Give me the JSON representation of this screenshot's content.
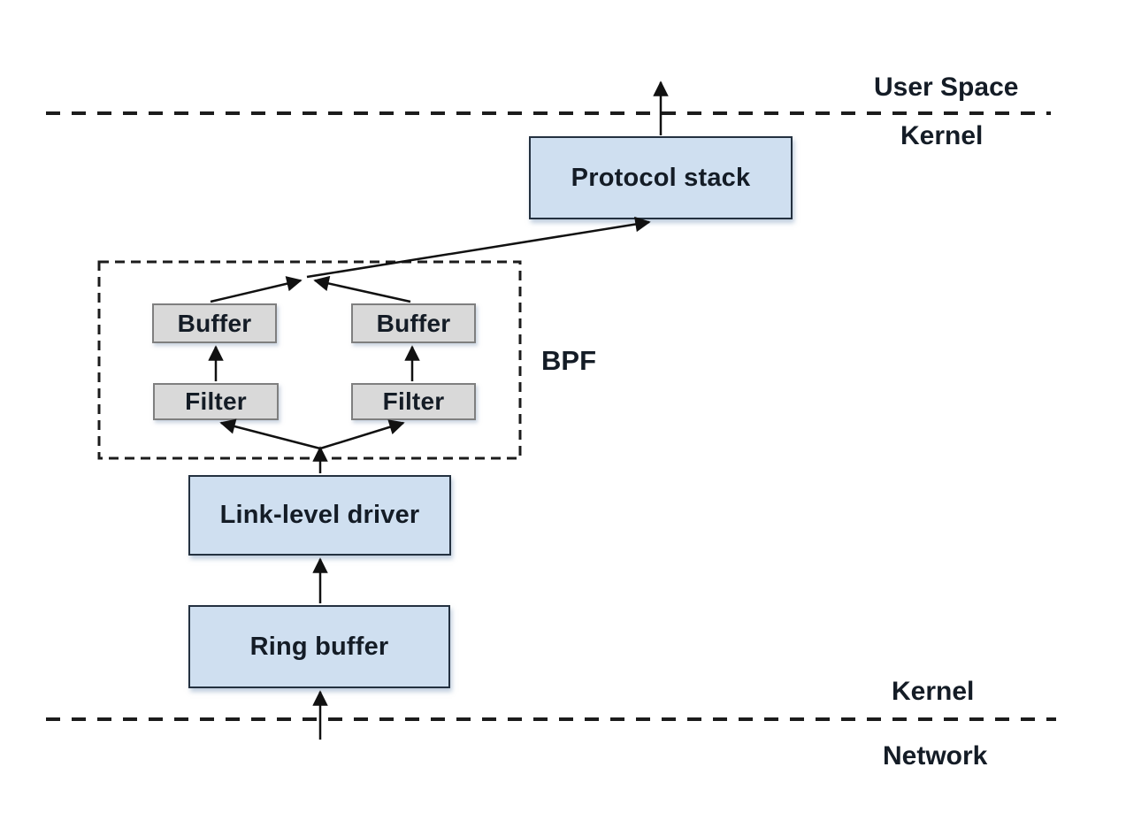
{
  "regions": {
    "user_space_label": "User Space",
    "kernel_top_label": "Kernel",
    "kernel_bottom_label": "Kernel",
    "network_label": "Network",
    "bpf_label": "BPF"
  },
  "nodes": {
    "protocol_stack": "Protocol stack",
    "buffer_left": "Buffer",
    "buffer_right": "Buffer",
    "filter_left": "Filter",
    "filter_right": "Filter",
    "link_level_driver": "Link-level driver",
    "ring_buffer": "Ring buffer"
  },
  "colors": {
    "blue_fill": "#cfdff0",
    "blue_border": "#243140",
    "gray_fill": "#d9d9d9",
    "gray_border": "#7f7f7f",
    "line": "#111111",
    "dashed_line": "#1c1c1c",
    "text": "#141c26"
  }
}
